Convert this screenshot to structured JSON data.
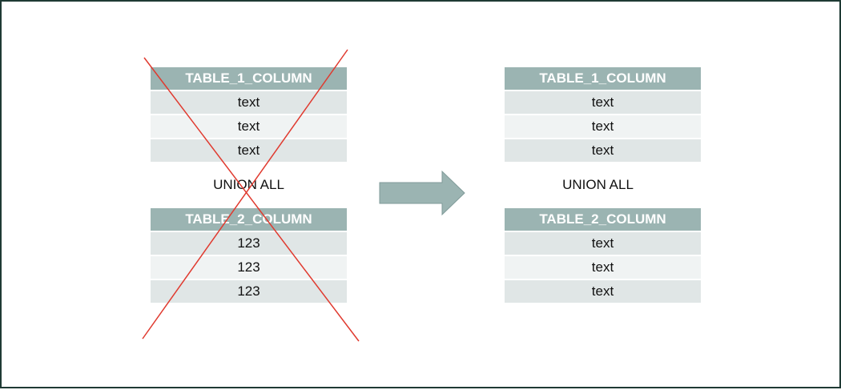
{
  "left": {
    "table1": {
      "header": "TABLE_1_COLUMN",
      "rows": [
        "text",
        "text",
        "text"
      ]
    },
    "union_label": "UNION ALL",
    "table2": {
      "header": "TABLE_2_COLUMN",
      "rows": [
        "123",
        "123",
        "123"
      ]
    },
    "crossed_out": true
  },
  "right": {
    "table1": {
      "header": "TABLE_1_COLUMN",
      "rows": [
        "text",
        "text",
        "text"
      ]
    },
    "union_label": "UNION ALL",
    "table2": {
      "header": "TABLE_2_COLUMN",
      "rows": [
        "text",
        "text",
        "text"
      ]
    }
  },
  "colors": {
    "header_bg": "#9bb4b2",
    "row_odd": "#e0e6e6",
    "row_even": "#f0f3f3",
    "cross_line": "#e03a2f",
    "arrow_fill": "#9bb4b2",
    "frame_border": "#1f3a34"
  }
}
